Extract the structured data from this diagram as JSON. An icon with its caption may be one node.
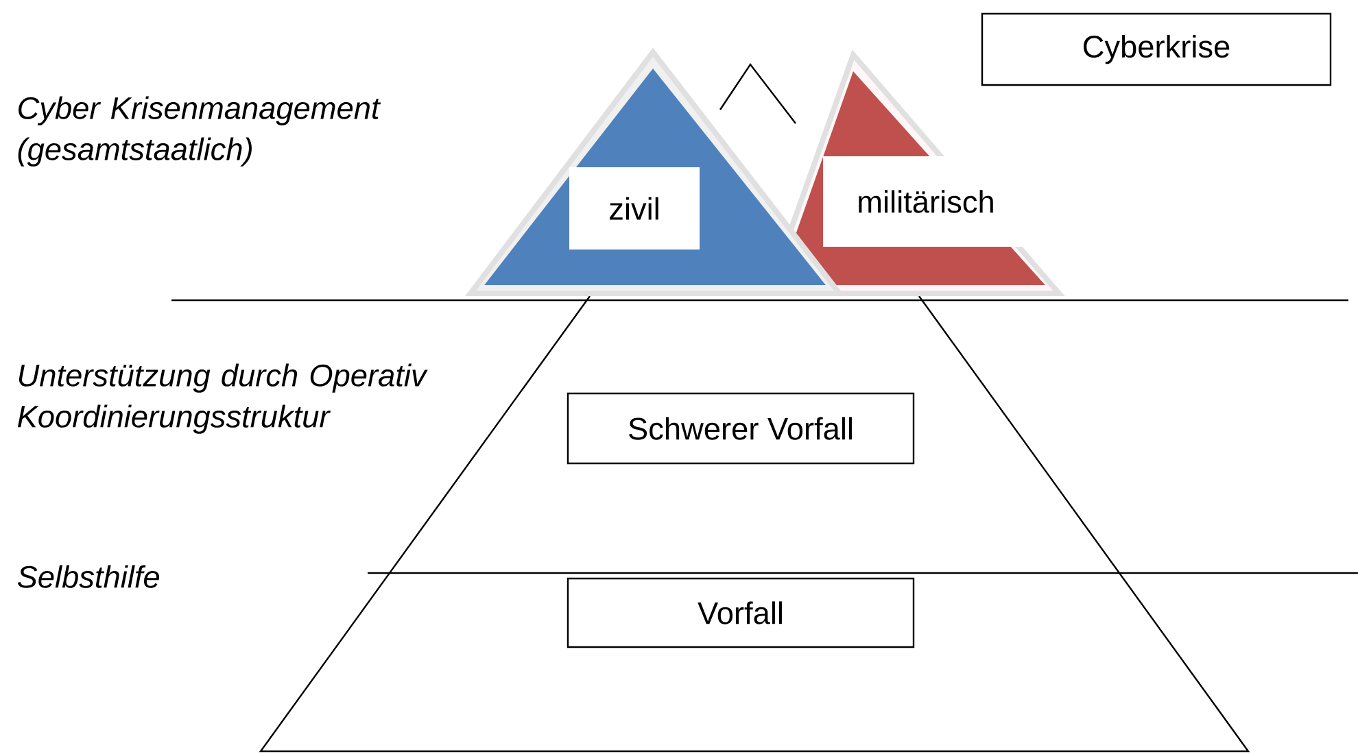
{
  "diagram": {
    "nodes": [
      {
        "text": [
          "Cyberkrise"
        ]
      },
      {
        "text": [
          "zivil"
        ]
      },
      {
        "text": [
          "militärisch"
        ]
      },
      {
        "text": [
          "Schwerer Vorfall"
        ]
      },
      {
        "text": [
          "Vorfall"
        ]
      }
    ],
    "labels": [
      "Cyber Krisenmanagement (gesamtstaatlich)",
      "Unterstützung durch Operativ Koordinierungsstruktur",
      "Selbsthilfe"
    ]
  }
}
